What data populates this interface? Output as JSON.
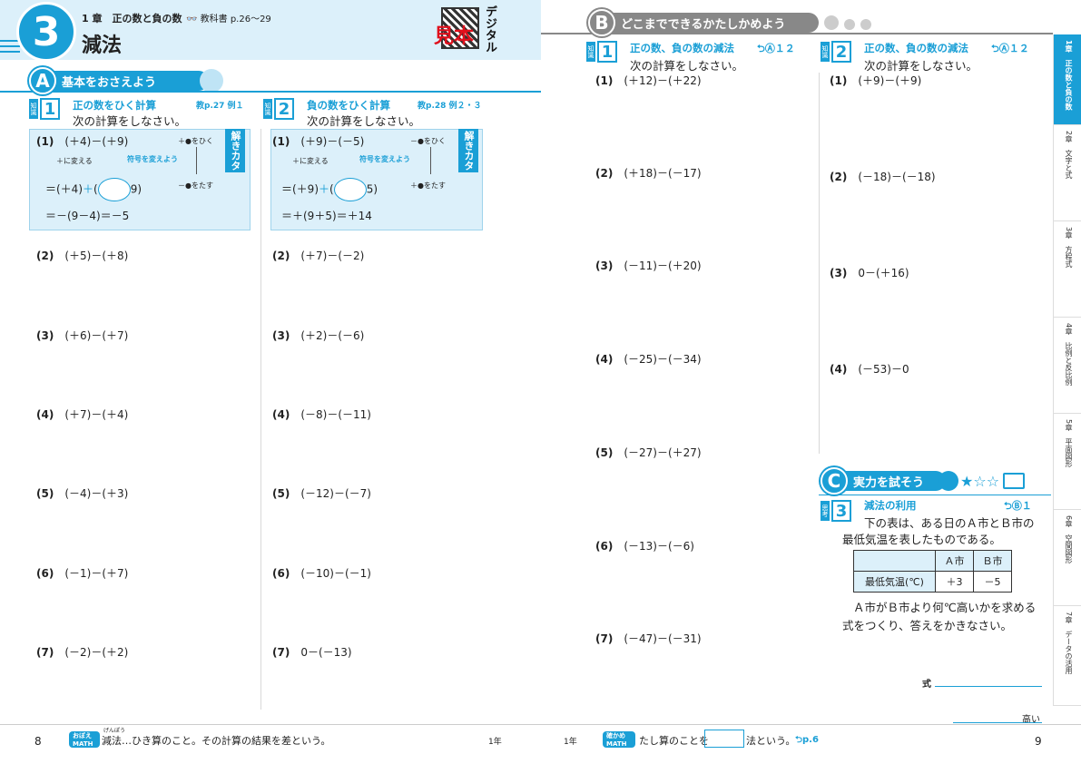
{
  "header": {
    "unit_number": "3",
    "chapter": "1 章　正の数と負の数",
    "textbook_ref": "教科書 p.26〜29",
    "title": "減法",
    "stamp": "見本",
    "digital": "デジタル"
  },
  "sectionA": {
    "badge": "A",
    "title": "基本をおさえよう",
    "problems": [
      {
        "tag": "知識",
        "num": "1",
        "title": "正の数をひく計算",
        "ref": "教p.27 例１",
        "instruction": "次の計算をしなさい。",
        "example": {
          "label": "(1)",
          "expr": "(＋4)－(＋9)",
          "note_plus": "＋に変える",
          "note_sign": "符号を変えよう",
          "note_top": "＋●をひく",
          "note_bottom": "－●をたす",
          "line2_a": "＝(＋4)",
          "line2_op": "＋",
          "line2_b": "9)",
          "line3": "＝－(9－4)＝－5",
          "kaki": "解きカタ"
        },
        "questions": [
          {
            "label": "(2)",
            "expr": "(＋5)－(＋8)"
          },
          {
            "label": "(3)",
            "expr": "(＋6)－(＋7)"
          },
          {
            "label": "(4)",
            "expr": "(＋7)－(＋4)"
          },
          {
            "label": "(5)",
            "expr": "(－4)－(＋3)"
          },
          {
            "label": "(6)",
            "expr": "(－1)－(＋7)"
          },
          {
            "label": "(7)",
            "expr": "(－2)－(＋2)"
          }
        ]
      },
      {
        "tag": "知識",
        "num": "2",
        "title": "負の数をひく計算",
        "ref": "教p.28 例２・３",
        "instruction": "次の計算をしなさい。",
        "example": {
          "label": "(1)",
          "expr": "(＋9)－(－5)",
          "note_plus": "＋に変える",
          "note_sign": "符号を変えよう",
          "note_top": "－●をひく",
          "note_bottom": "＋●をたす",
          "line2_a": "＝(＋9)",
          "line2_op": "＋",
          "line2_b": "5)",
          "line3": "＝＋(9＋5)＝＋14",
          "kaki": "解きカタ"
        },
        "questions": [
          {
            "label": "(2)",
            "expr": "(＋7)－(－2)"
          },
          {
            "label": "(3)",
            "expr": "(＋2)－(－6)"
          },
          {
            "label": "(4)",
            "expr": "(－8)－(－11)"
          },
          {
            "label": "(5)",
            "expr": "(－12)－(－7)"
          },
          {
            "label": "(6)",
            "expr": "(－10)－(－1)"
          },
          {
            "label": "(7)",
            "expr": "0－(－13)"
          }
        ]
      }
    ]
  },
  "sectionB": {
    "badge": "B",
    "title": "どこまでできるかたしかめよう",
    "problems": [
      {
        "tag": "知識",
        "num": "1",
        "title": "正の数、負の数の減法",
        "ref": "Ⓐ１２",
        "instruction": "次の計算をしなさい。",
        "questions": [
          {
            "label": "(1)",
            "expr": "(＋12)－(＋22)"
          },
          {
            "label": "(2)",
            "expr": "(＋18)－(－17)"
          },
          {
            "label": "(3)",
            "expr": "(－11)－(＋20)"
          },
          {
            "label": "(4)",
            "expr": "(－25)－(－34)"
          },
          {
            "label": "(5)",
            "expr": "(－27)－(＋27)"
          },
          {
            "label": "(6)",
            "expr": "(－13)－(－6)"
          },
          {
            "label": "(7)",
            "expr": "(－47)－(－31)"
          }
        ]
      },
      {
        "tag": "知識",
        "num": "2",
        "title": "正の数、負の数の減法",
        "ref": "Ⓐ１２",
        "instruction": "次の計算をしなさい。",
        "questions": [
          {
            "label": "(1)",
            "expr": "(＋9)－(＋9)"
          },
          {
            "label": "(2)",
            "expr": "(－18)－(－18)"
          },
          {
            "label": "(3)",
            "expr": "0－(＋16)"
          },
          {
            "label": "(4)",
            "expr": "(－53)－0"
          }
        ]
      }
    ]
  },
  "sectionC": {
    "badge": "C",
    "title": "実力を試そう",
    "stars": "★☆☆",
    "problem": {
      "tag": "思考",
      "num": "3",
      "title": "減法の利用",
      "ref": "Ⓑ１",
      "text1": "下の表は、ある日のＡ市とＢ市の",
      "text2": "最低気温を表したものである。",
      "table": {
        "head": [
          "",
          "Ａ市",
          "Ｂ市"
        ],
        "row": [
          "最低気温(℃)",
          "＋3",
          "－5"
        ]
      },
      "text3": "Ａ市がＢ市より何℃高いかを求める",
      "text4": "式をつくり、答えをかきなさい。",
      "answer_label": "式",
      "answer_label2": "高い"
    }
  },
  "footer": {
    "left_page": "8",
    "right_page": "9",
    "oboe_tag": "おぼえMATH",
    "oboe_ruby": "げんぽう",
    "oboe_text": "減法…ひき算のこと。その計算の結果を差という。",
    "grade_left": "1年",
    "grade_right": "1年",
    "tashi_tag": "確かめMATH",
    "tashi_text1": "たし算のことを",
    "tashi_text2": "法という。",
    "tashi_ref": "p.6"
  },
  "tabs": [
    {
      "label": "1章　正の数と負の数",
      "active": true
    },
    {
      "label": "2章　文字と式",
      "active": false
    },
    {
      "label": "3章　方程式",
      "active": false
    },
    {
      "label": "4章　比例と反比例",
      "active": false
    },
    {
      "label": "5章　平面図形",
      "active": false
    },
    {
      "label": "6章　空間図形",
      "active": false
    },
    {
      "label": "7章　データの活用",
      "active": false
    }
  ]
}
